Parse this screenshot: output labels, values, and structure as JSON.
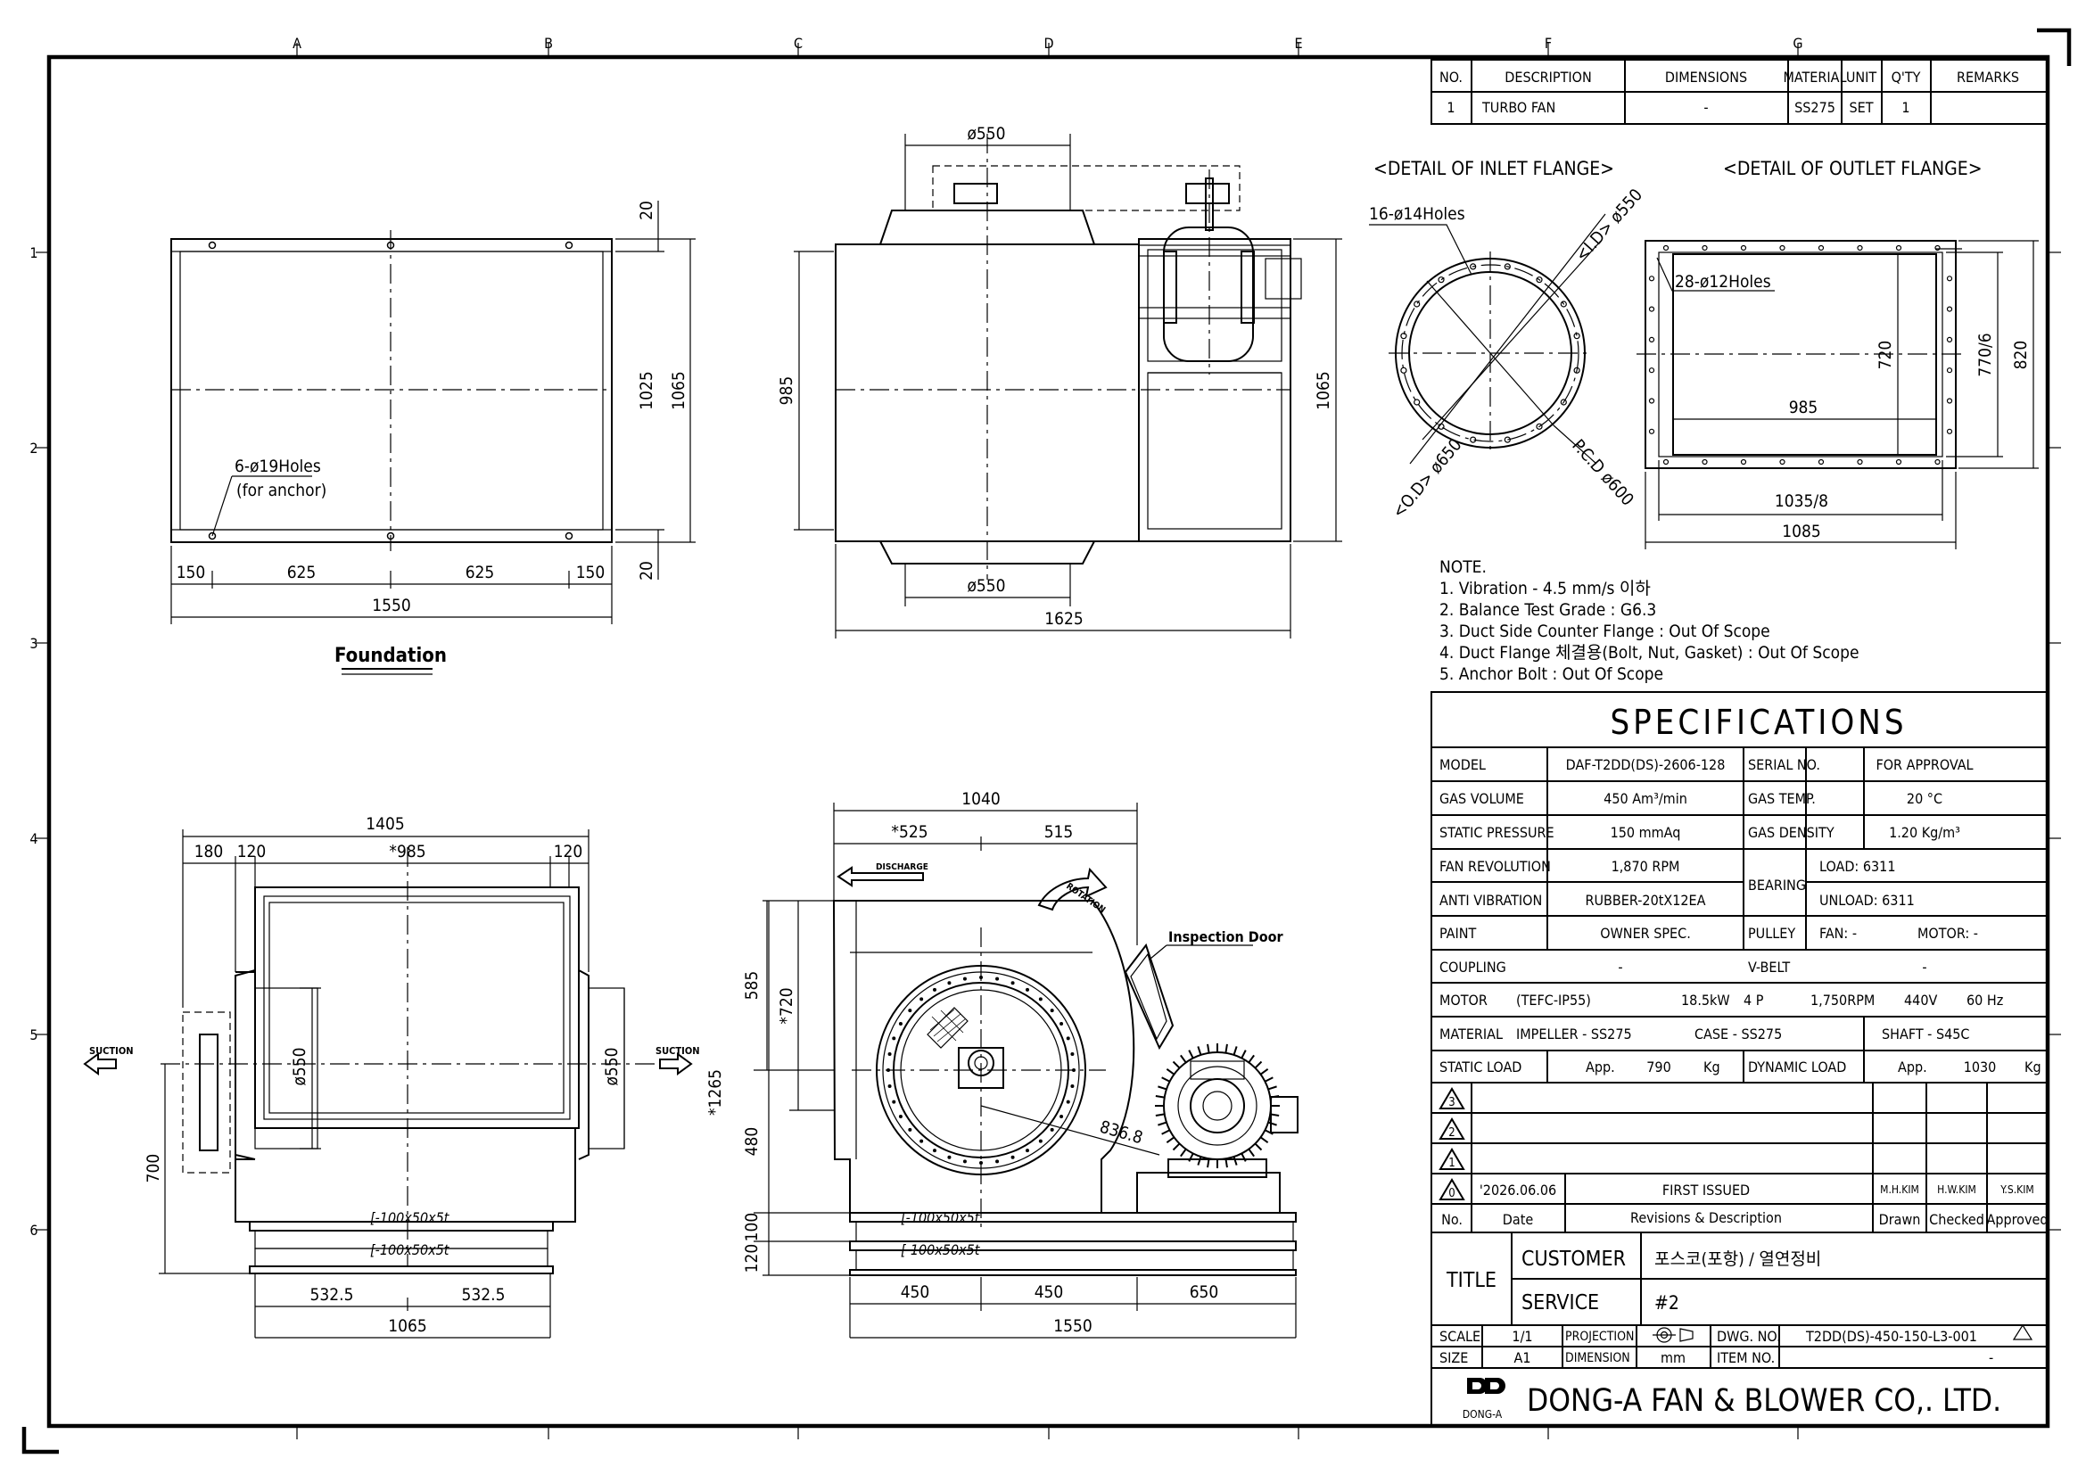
{
  "grid": {
    "columns": [
      "A",
      "B",
      "C",
      "D",
      "E",
      "F",
      "G"
    ],
    "rows": [
      "1",
      "2",
      "3",
      "4",
      "5",
      "6"
    ]
  },
  "parts_list": {
    "headers": [
      "NO.",
      "DESCRIPTION",
      "DIMENSIONS",
      "MATERIAL",
      "UNIT",
      "Q'TY",
      "REMARKS"
    ],
    "rows": [
      [
        "1",
        "TURBO FAN",
        "-",
        "SS275",
        "SET",
        "1",
        ""
      ]
    ]
  },
  "views": {
    "foundation": {
      "title": "Foundation",
      "holes": "6-ø19Holes",
      "holes_note": "(for anchor)",
      "dims": {
        "d150a": "150",
        "d625a": "625",
        "d625b": "625",
        "d150b": "150",
        "overall": "1550",
        "top20": "20",
        "bot20": "20",
        "d1025": "1025",
        "d1065": "1065"
      }
    },
    "top_view": {
      "inlet_top": "ø550",
      "inlet_bot": "ø550",
      "height": "985",
      "depth": "1065",
      "width": "1625"
    },
    "front_view": {
      "d1405": "1405",
      "d180": "180",
      "d120a": "120",
      "d985": "*985",
      "d120b": "120",
      "inlet_l": "ø550",
      "inlet_r": "ø550",
      "h700": "700",
      "beam1": "[-100x50x5t",
      "beam2": "[-100x50x5t",
      "d532a": "532.5",
      "d532b": "532.5",
      "d1065": "1065",
      "suction_l": "SUCTION",
      "suction_r": "SUCTION"
    },
    "side_view": {
      "d1040": "1040",
      "d525": "*525",
      "d515": "515",
      "d585": "585",
      "d720": "*720",
      "d1265": "*1265",
      "d480": "480",
      "d100": "100",
      "d120": "120",
      "discharge": "DISCHARGE",
      "rotation": "ROTATION",
      "inspection": "Inspection Door",
      "radius": "836.8",
      "beam1": "[-100x50x5t",
      "beam2": "[-100x50x5t",
      "d450a": "450",
      "d450b": "450",
      "d650": "650",
      "d1550": "1550"
    }
  },
  "inlet_flange": {
    "title": "<DETAIL OF INLET FLANGE>",
    "holes": "16-ø14Holes",
    "id": "<I.D> ø550",
    "od": "<O.D> ø650",
    "pcd": "P.C.D ø600"
  },
  "outlet_flange": {
    "title": "<DETAIL OF OUTLET FLANGE>",
    "holes": "28-ø12Holes",
    "d720": "720",
    "d770": "770/6",
    "d820": "820",
    "d985": "985",
    "d1035": "1035/8",
    "d1085": "1085"
  },
  "notes": {
    "title": "NOTE.",
    "items": [
      "1. Vibration - 4.5 mm/s 이하",
      "2. Balance Test Grade : G6.3",
      "3. Duct Side Counter Flange : Out Of Scope",
      "4. Duct Flange 체결용(Bolt, Nut, Gasket) : Out Of Scope",
      "5. Anchor Bolt : Out Of Scope"
    ]
  },
  "specs": {
    "title": "SPECIFICATIONS",
    "model_label": "MODEL",
    "model": "DAF-T2DD(DS)-2606-128",
    "serial_label": "SERIAL NO.",
    "serial": "FOR APPROVAL",
    "gas_volume_label": "GAS VOLUME",
    "gas_volume": "450 Am³/min",
    "gas_temp_label": "GAS TEMP.",
    "gas_temp": "20 °C",
    "static_pressure_label": "STATIC PRESSURE",
    "static_pressure": "150 mmAq",
    "gas_density_label": "GAS DENSITY",
    "gas_density": "1.20 Kg/m³",
    "fan_rev_label": "FAN REVOLUTION",
    "fan_rev": "1,870 RPM",
    "bearing_label": "BEARING",
    "bearing_load": "LOAD: 6311",
    "bearing_unload": "UNLOAD: 6311",
    "anti_vib_label": "ANTI VIBRATION",
    "anti_vib": "RUBBER-20tX12EA",
    "paint_label": "PAINT",
    "paint": "OWNER SPEC.",
    "pulley_label": "PULLEY",
    "pulley_fan": "FAN: -",
    "pulley_motor": "MOTOR: -",
    "coupling_label": "COUPLING",
    "coupling": "-",
    "vbelt_label": "V-BELT",
    "vbelt": "-",
    "motor_label": "MOTOR",
    "motor_type": "(TEFC-IP55)",
    "motor_kw": "18.5kW",
    "motor_pole": "4 P",
    "motor_rpm": "1,750RPM",
    "motor_v": "440V",
    "motor_hz": "60 Hz",
    "material_label": "MATERIAL",
    "impeller": "IMPELLER - SS275",
    "casing": "CASE - SS275",
    "shaft": "SHAFT - S45C",
    "static_load_label": "STATIC LOAD",
    "static_load_app": "App.",
    "static_load": "790",
    "static_load_unit": "Kg",
    "dynamic_load_label": "DYNAMIC LOAD",
    "dynamic_load_app": "App.",
    "dynamic_load": "1030",
    "dynamic_load_unit": "Kg"
  },
  "revisions": {
    "rows": [
      {
        "mark": "3",
        "date": "",
        "desc": "",
        "drawn": "",
        "checked": "",
        "approved": ""
      },
      {
        "mark": "2",
        "date": "",
        "desc": "",
        "drawn": "",
        "checked": "",
        "approved": ""
      },
      {
        "mark": "1",
        "date": "",
        "desc": "",
        "drawn": "",
        "checked": "",
        "approved": ""
      },
      {
        "mark": "0",
        "date": "'2026.06.06",
        "desc": "FIRST ISSUED",
        "drawn": "M.H.KIM",
        "checked": "H.W.KIM",
        "approved": "Y.S.KIM"
      }
    ],
    "headers": [
      "No.",
      "Date",
      "Revisions & Description",
      "Drawn",
      "Checked",
      "Approved"
    ]
  },
  "title_block": {
    "title_label": "TITLE",
    "customer_label": "CUSTOMER",
    "customer": "포스코(포항) / 열연정비",
    "service_label": "SERVICE",
    "service": "#2",
    "scale_label": "SCALE",
    "scale": "1/1",
    "projection_label": "PROJECTION",
    "dwg_label": "DWG. NO.",
    "dwg": "T2DD(DS)-450-150-L3-001",
    "size_label": "SIZE",
    "size": "A1",
    "dimension_label": "DIMENSION",
    "dimension": "mm",
    "item_label": "ITEM NO.",
    "item": "-",
    "logo_text": "DONG-A",
    "company": "DONG-A FAN & BLOWER CO,. LTD."
  }
}
